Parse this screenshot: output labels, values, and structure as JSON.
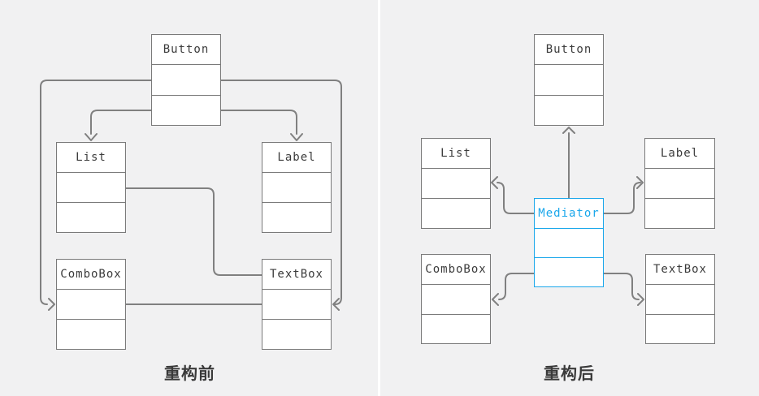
{
  "diagram": {
    "before": {
      "caption": "重构前",
      "boxes": {
        "button": "Button",
        "list": "List",
        "label": "Label",
        "combobox": "ComboBox",
        "textbox": "TextBox"
      }
    },
    "after": {
      "caption": "重构后",
      "boxes": {
        "button": "Button",
        "list": "List",
        "label": "Label",
        "combobox": "ComboBox",
        "textbox": "TextBox",
        "mediator": "Mediator"
      }
    }
  },
  "colors": {
    "background": "#f1f1f2",
    "panel_divider": "#ffffff",
    "connector": "#808080",
    "box_border": "#7a7a7a",
    "box_fill": "#ffffff",
    "box_text": "#3b3b3b",
    "mediator_accent": "#1aa7eb",
    "caption_text": "#3a3a3a"
  }
}
